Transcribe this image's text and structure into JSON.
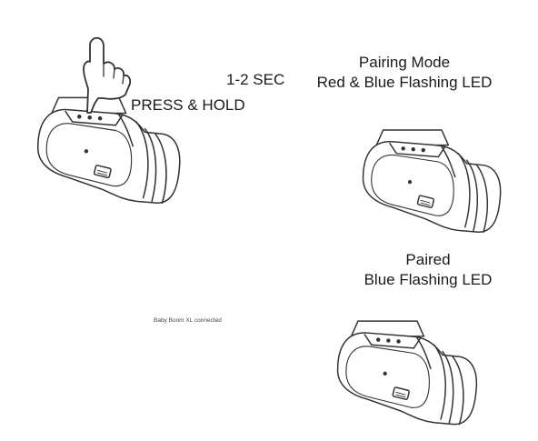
{
  "labels": {
    "press_hold": "PRESS & HOLD",
    "duration": "1-2 SEC",
    "pairing_title": "Pairing Mode",
    "pairing_desc": "Red & Blue Flashing LED",
    "paired_title": "Paired",
    "paired_desc": "Blue Flashing LED",
    "device_status": "Baby Boom XL connected"
  },
  "icons": {
    "hand": "hand-pointer-icon",
    "speaker": "speaker-device-icon"
  }
}
